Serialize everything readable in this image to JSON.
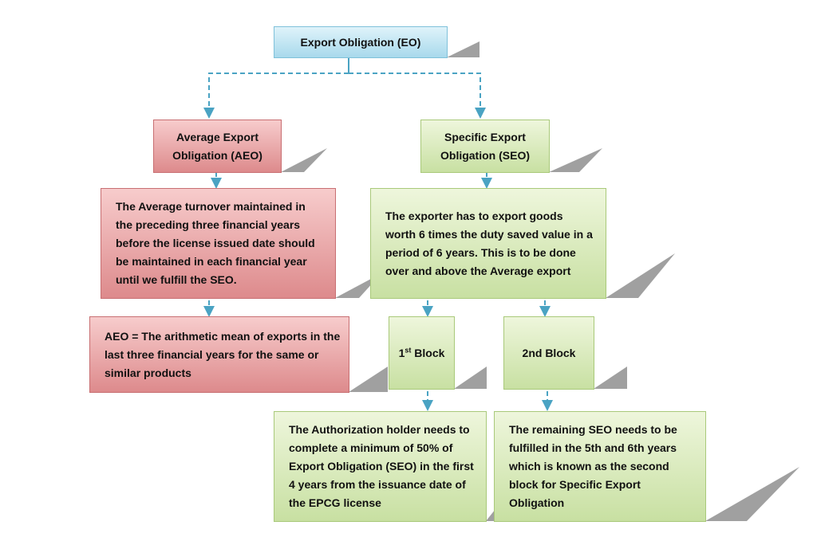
{
  "diagram": {
    "root": {
      "label": "Export Obligation (EO)"
    },
    "aeo": {
      "label_line1": "Average Export",
      "label_line2": "Obligation (AEO)"
    },
    "seo": {
      "label_line1": "Specific Export",
      "label_line2": "Obligation (SEO)"
    },
    "aeo_desc": "The Average turnover maintained in the preceding three financial years before the license issued date should be maintained in each financial year until we fulfill the SEO.",
    "seo_desc": "The exporter has to export goods worth 6 times the duty saved value in a period of 6 years. This is to be done over and above the Average export",
    "aeo_def": "AEO = The arithmetic mean of exports in the last three financial years for the same or similar products",
    "block1": {
      "num": "1",
      "sup": "st",
      "word": "Block"
    },
    "block2": {
      "label": "2nd Block"
    },
    "block1_desc": "The Authorization holder needs to complete a minimum of 50% of Export Obligation (SEO) in the first 4 years from the issuance date of the EPCG license",
    "block2_desc": "The remaining SEO needs to be fulfilled in the 5th and 6th years which is known as the second block for Specific Export Obligation"
  },
  "colors": {
    "connector": "#4aa3c3",
    "blue_box": "#a8d9ec",
    "red_box": "#dd8a8c",
    "green_box": "#c8e0a2",
    "shadow": "#8f8f8f"
  }
}
